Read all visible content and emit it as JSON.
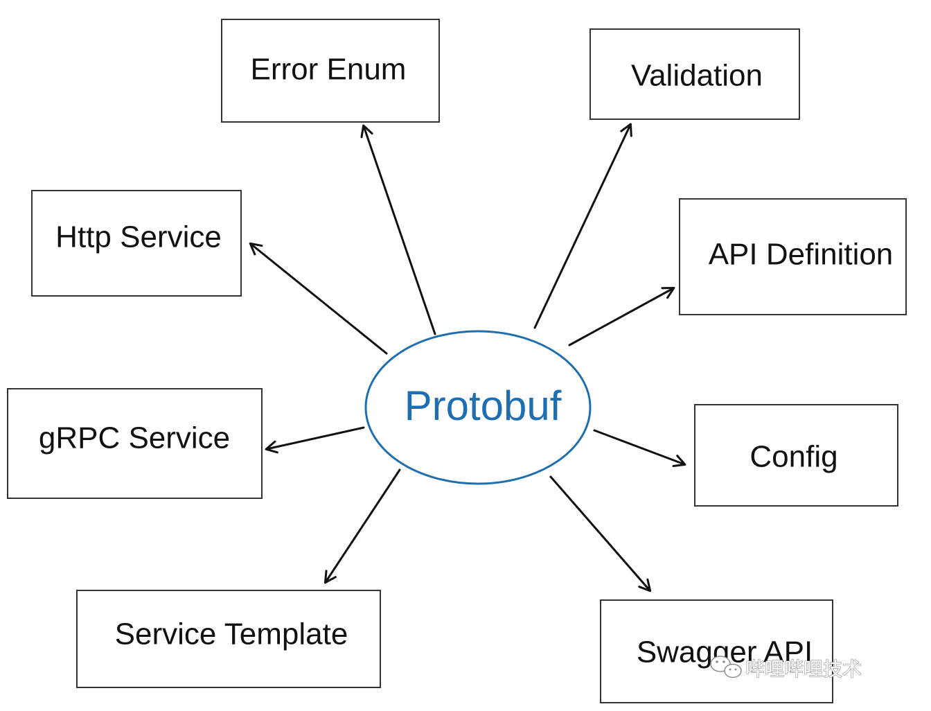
{
  "center": {
    "label": "Protobuf",
    "color": "#1f6fb0"
  },
  "nodes": [
    {
      "id": "error-enum",
      "label": "Error Enum"
    },
    {
      "id": "validation",
      "label": "Validation"
    },
    {
      "id": "http-service",
      "label": "Http Service"
    },
    {
      "id": "api-definition",
      "label": "API Definition"
    },
    {
      "id": "grpc-service",
      "label": "gRPC Service"
    },
    {
      "id": "config",
      "label": "Config"
    },
    {
      "id": "service-template",
      "label": "Service Template"
    },
    {
      "id": "swagger-api",
      "label": "Swagger API"
    }
  ],
  "watermark": {
    "text": "哔哩哔哩技术",
    "icon": "wechat-icon"
  },
  "colors": {
    "box_stroke": "#333333",
    "arrow": "#111111"
  }
}
